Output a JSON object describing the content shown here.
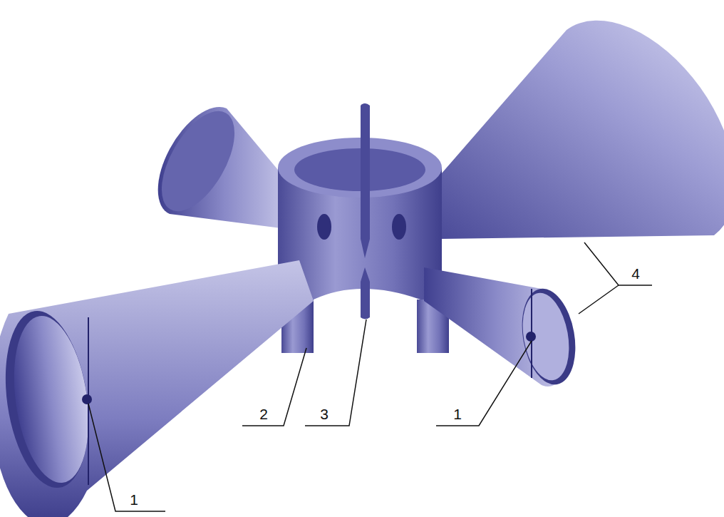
{
  "diagram": {
    "labels": [
      "4",
      "2",
      "3",
      "1",
      "1"
    ]
  }
}
